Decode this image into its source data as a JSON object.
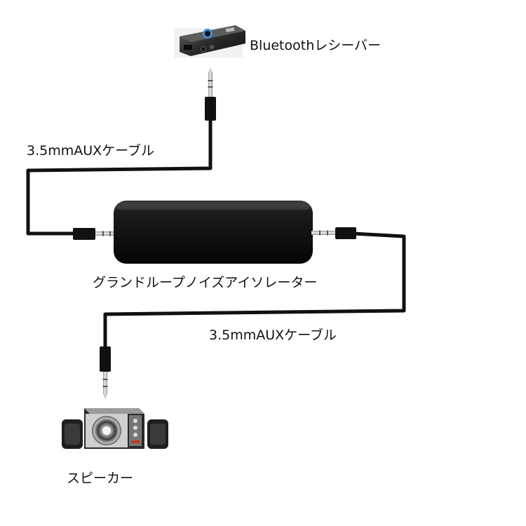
{
  "labels": {
    "receiver": "Bluetoothレシーバー",
    "cable_top": "3.5mmAUXケーブル",
    "isolator": "グランドループノイズアイソレーター",
    "cable_bottom": "3.5mmAUXケーブル",
    "speaker": "スピーカー"
  },
  "colors": {
    "cable": "#111111",
    "plug_metal": "#d8d8d8",
    "isolator_body": "#151515",
    "text": "#111111"
  }
}
